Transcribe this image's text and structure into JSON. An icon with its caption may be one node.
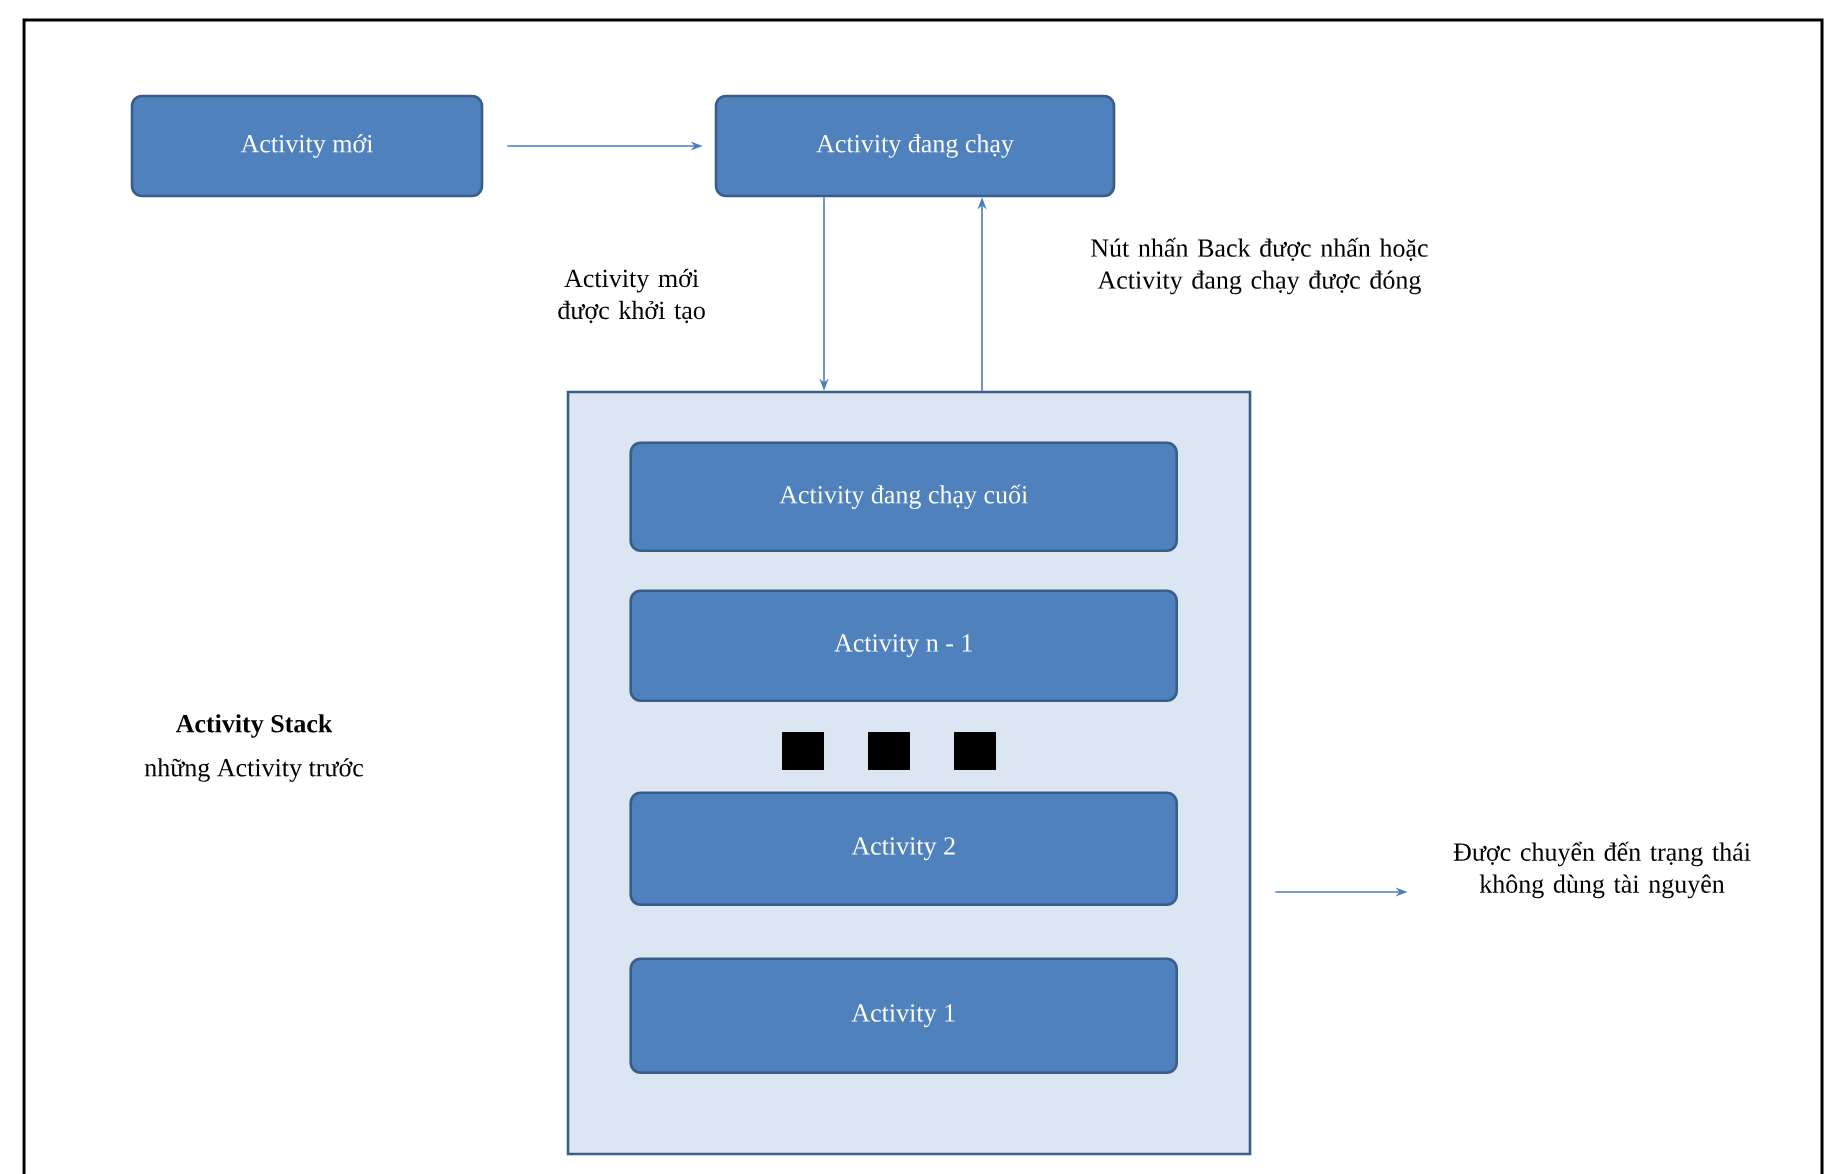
{
  "diagram": {
    "nodes": [
      {
        "text": [
          "Activity mới"
        ]
      },
      {
        "text": [
          "Activity đang chạy"
        ]
      },
      {
        "text": [],
        "shape": "box",
        "beside": [
          "Activity Stack",
          "những Activity trước"
        ]
      },
      {
        "text": [
          "Activity đang chạy cuối"
        ],
        "in": 2
      },
      {
        "text": [
          "Activity n - 1"
        ],
        "in": 2
      },
      {
        "text": [
          "Activity 2"
        ],
        "in": 2
      },
      {
        "text": [
          "Activity 1"
        ],
        "in": 2
      },
      {
        "text": [
          "Được chuyển đến trạng thái không dùng tài nguyên"
        ]
      }
    ],
    "edges": [
      {
        "from": 0,
        "to": 1,
        "arrow": "to"
      },
      {
        "from": 1,
        "to": 2,
        "arrow": "to",
        "label": "Activity mới được khởi tạo"
      },
      {
        "from": 2,
        "to": 1,
        "arrow": "to",
        "label": "Nút nhấn Back được nhấn hoặc Activity đang chạy được đóng"
      },
      {
        "from": 2,
        "to": 7,
        "arrow": "to"
      }
    ]
  }
}
